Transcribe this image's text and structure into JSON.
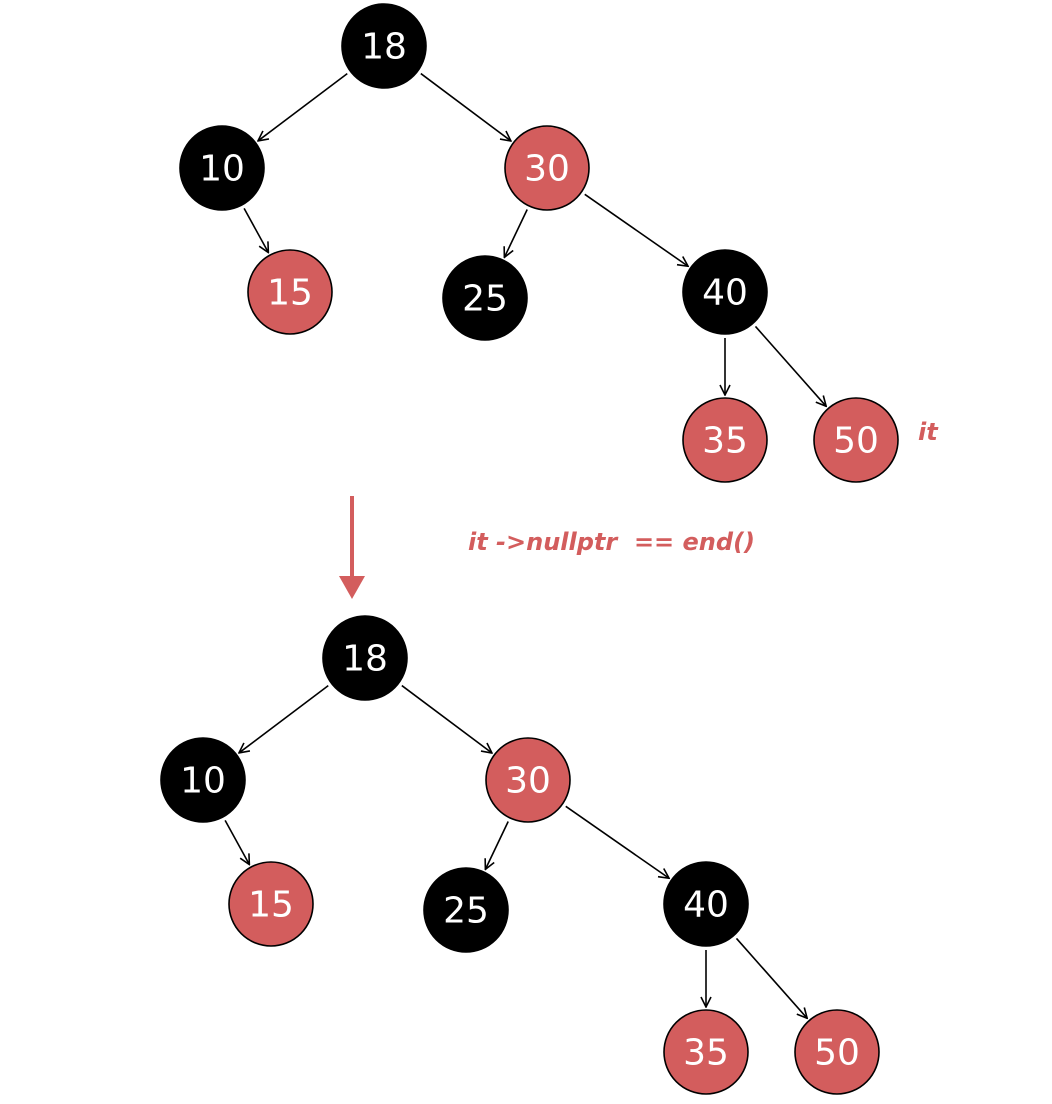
{
  "colors": {
    "red_node": "#D35D5D",
    "black_node": "#000000",
    "edge": "#000000",
    "annotation": "#D35D5D",
    "label": "#FFFFFF"
  },
  "trees": [
    {
      "nodes": [
        {
          "id": "18",
          "label": "18",
          "color": "black"
        },
        {
          "id": "10",
          "label": "10",
          "color": "black"
        },
        {
          "id": "30",
          "label": "30",
          "color": "red"
        },
        {
          "id": "15",
          "label": "15",
          "color": "red"
        },
        {
          "id": "25",
          "label": "25",
          "color": "black"
        },
        {
          "id": "40",
          "label": "40",
          "color": "black"
        },
        {
          "id": "35",
          "label": "35",
          "color": "red"
        },
        {
          "id": "50",
          "label": "50",
          "color": "red"
        }
      ],
      "edges": [
        {
          "from": "18",
          "to": "10"
        },
        {
          "from": "18",
          "to": "30"
        },
        {
          "from": "10",
          "to": "15"
        },
        {
          "from": "30",
          "to": "25"
        },
        {
          "from": "30",
          "to": "40"
        },
        {
          "from": "40",
          "to": "35"
        },
        {
          "from": "40",
          "to": "50"
        }
      ],
      "pointer": {
        "text": "it",
        "node": "50"
      }
    },
    {
      "nodes": [
        {
          "id": "18",
          "label": "18",
          "color": "black"
        },
        {
          "id": "10",
          "label": "10",
          "color": "black"
        },
        {
          "id": "30",
          "label": "30",
          "color": "red"
        },
        {
          "id": "15",
          "label": "15",
          "color": "red"
        },
        {
          "id": "25",
          "label": "25",
          "color": "black"
        },
        {
          "id": "40",
          "label": "40",
          "color": "black"
        },
        {
          "id": "35",
          "label": "35",
          "color": "red"
        },
        {
          "id": "50",
          "label": "50",
          "color": "red"
        }
      ],
      "edges": [
        {
          "from": "18",
          "to": "10"
        },
        {
          "from": "18",
          "to": "30"
        },
        {
          "from": "10",
          "to": "15"
        },
        {
          "from": "30",
          "to": "25"
        },
        {
          "from": "30",
          "to": "40"
        },
        {
          "from": "40",
          "to": "35"
        },
        {
          "from": "40",
          "to": "50"
        }
      ]
    }
  ],
  "transition": {
    "caption": "it ->nullptr  == end()"
  }
}
